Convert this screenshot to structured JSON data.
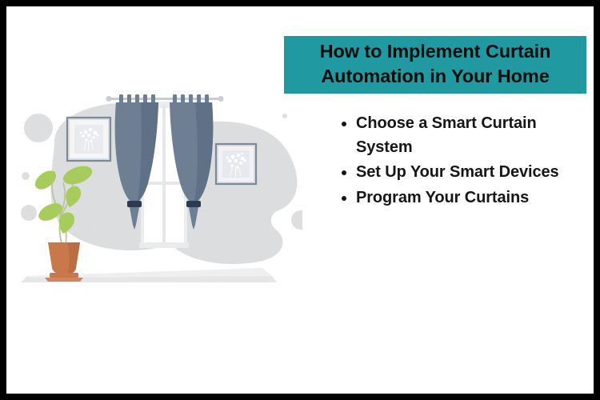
{
  "border": {
    "color": "#000000"
  },
  "canvas": {
    "background": "#ffffff"
  },
  "header": {
    "title": "How to Implement Curtain\nAutomation in Your Home",
    "title_line_1": "How to Implement Curtain",
    "title_line_2": "Automation in Your Home",
    "band_color": "#2199a0",
    "text_color": "#0d0d0d"
  },
  "bullets": {
    "items": [
      {
        "label": "Choose a Smart Curtain System"
      },
      {
        "label": "Set Up Your Smart Devices"
      },
      {
        "label": "Program Your Curtains"
      }
    ],
    "marker_color": "#161616",
    "text_color": "#161616"
  },
  "illustration": {
    "name": "living-room-window-with-curtains",
    "colors": {
      "blob": "#dcdddf",
      "circle": "#dddee0",
      "curtain": "#6e7f93",
      "curtain_shade": "#5f7186",
      "curtain_tie": "#2c3b52",
      "rod": "#c8cdd2",
      "window_frame": "#e6e8ea",
      "window_glass": "#ffffff",
      "frame_border": "#7b8a9b",
      "frame_mat": "#f4f5f7",
      "frame_inner": "#e8eaee",
      "leaf": "#a8cc5c",
      "stem": "#b9c49a",
      "pot": "#c8784a",
      "pot_shadow": "#b06a40",
      "floor": "#e9eaec"
    }
  }
}
